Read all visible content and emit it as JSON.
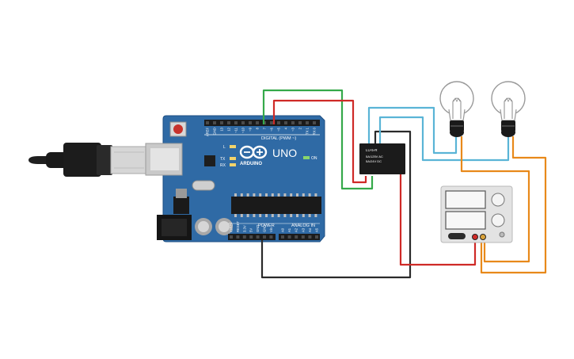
{
  "board": {
    "brand": "ARDUINO",
    "model": "UNO",
    "digital_label": "DIGITAL (PWM ~)",
    "power_label": "POWER",
    "analog_label": "ANALOG IN",
    "on_label": "ON",
    "l_label": "L",
    "tx_label": "TX",
    "rx_label": "RX",
    "digital_pins": [
      "AREF",
      "GND",
      "13",
      "12",
      "~11",
      "~10",
      "~9",
      "8",
      "7",
      "~6",
      "~5",
      "4",
      "~3",
      "2",
      "TX 1",
      "RX 0"
    ],
    "power_pins": [
      "IOREF",
      "RESET",
      "3.3V",
      "5V",
      "GND",
      "GND",
      "Vin"
    ],
    "analog_pins": [
      "A0",
      "A1",
      "A2",
      "A3",
      "A4",
      "A5"
    ]
  },
  "relay": {
    "line1": "LU-5-R",
    "line2": "5A/125V AC",
    "line3": "5A/24V DC"
  },
  "colors": {
    "board": "#2f6aa5",
    "board_edge": "#1d4f83",
    "wire_green": "#35a94a",
    "wire_red": "#cf2a27",
    "wire_blue": "#5ab4d6",
    "wire_black": "#2a2a2a",
    "wire_orange": "#e8891a",
    "relay": "#1b1b1b",
    "bulb_base": "#1a1a1a",
    "supply": "#e3e3e3"
  },
  "icons": [
    "usb-cable-icon",
    "arduino-infinity-logo-icon",
    "light-bulb-icon",
    "relay-icon",
    "power-supply-icon"
  ]
}
